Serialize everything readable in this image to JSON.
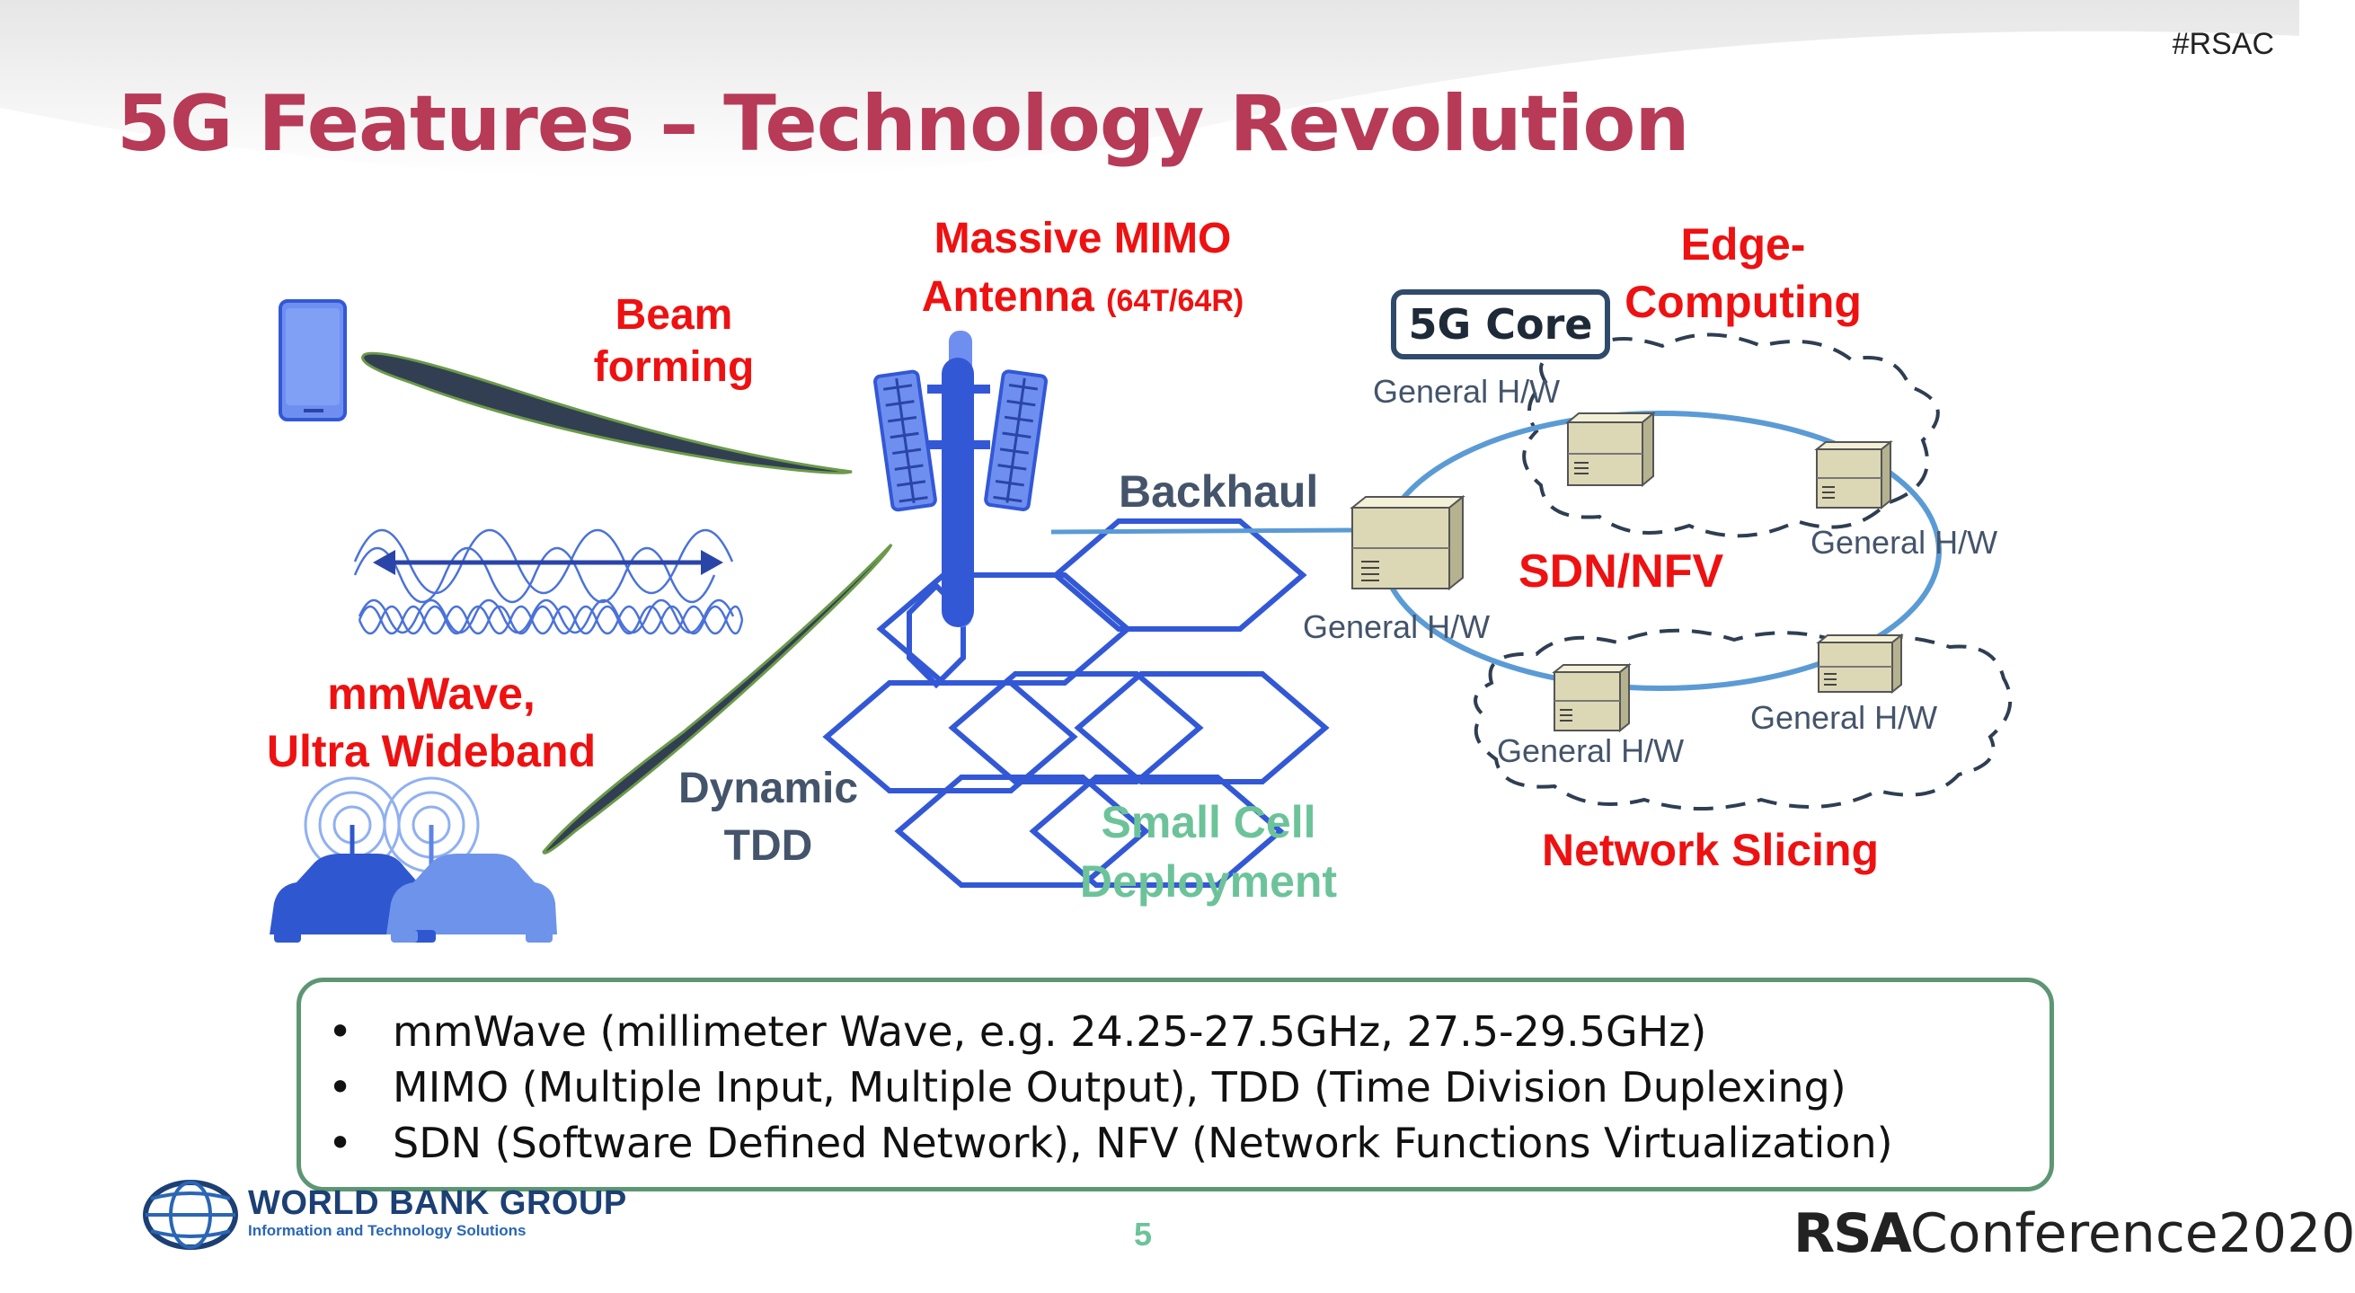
{
  "header": {
    "hashtag": "#RSAC",
    "title": "5G Features – Technology Revolution"
  },
  "diagram": {
    "beam_forming": [
      "Beam",
      "forming"
    ],
    "massive_mimo": [
      "Massive MIMO",
      "Antenna",
      "(64T/64R)"
    ],
    "mmwave": [
      "mmWave,",
      "Ultra Wideband"
    ],
    "dynamic_tdd": [
      "Dynamic",
      "TDD"
    ],
    "backhaul": "Backhaul",
    "small_cell": [
      "Small Cell",
      "Deployment"
    ],
    "core": "5G Core",
    "edge": [
      "Edge-",
      "Computing"
    ],
    "sdn_nfv": "SDN/NFV",
    "network_slicing": "Network Slicing",
    "general_hw": "General H/W"
  },
  "notes": {
    "bullet": "•",
    "items": [
      "mmWave (millimeter Wave, e.g. 24.25-27.5GHz, 27.5-29.5GHz)",
      "MIMO (Multiple Input, Multiple Output), TDD (Time Division Duplexing)",
      "SDN (Software Defined Network), NFV (Network Functions Virtualization)"
    ]
  },
  "footer": {
    "page_number": "5",
    "wb_title": "WORLD BANK GROUP",
    "wb_subtitle": "Information and Technology Solutions",
    "rsa_bold": "RSA",
    "rsa_rest": "Conference2020"
  },
  "colors": {
    "title": "#b73a57",
    "accent_red": "#ee1111",
    "navy": "#44546a",
    "green": "#6cc39a",
    "ring": "#5b9bd5",
    "antenna_blue": "#3358d6"
  }
}
